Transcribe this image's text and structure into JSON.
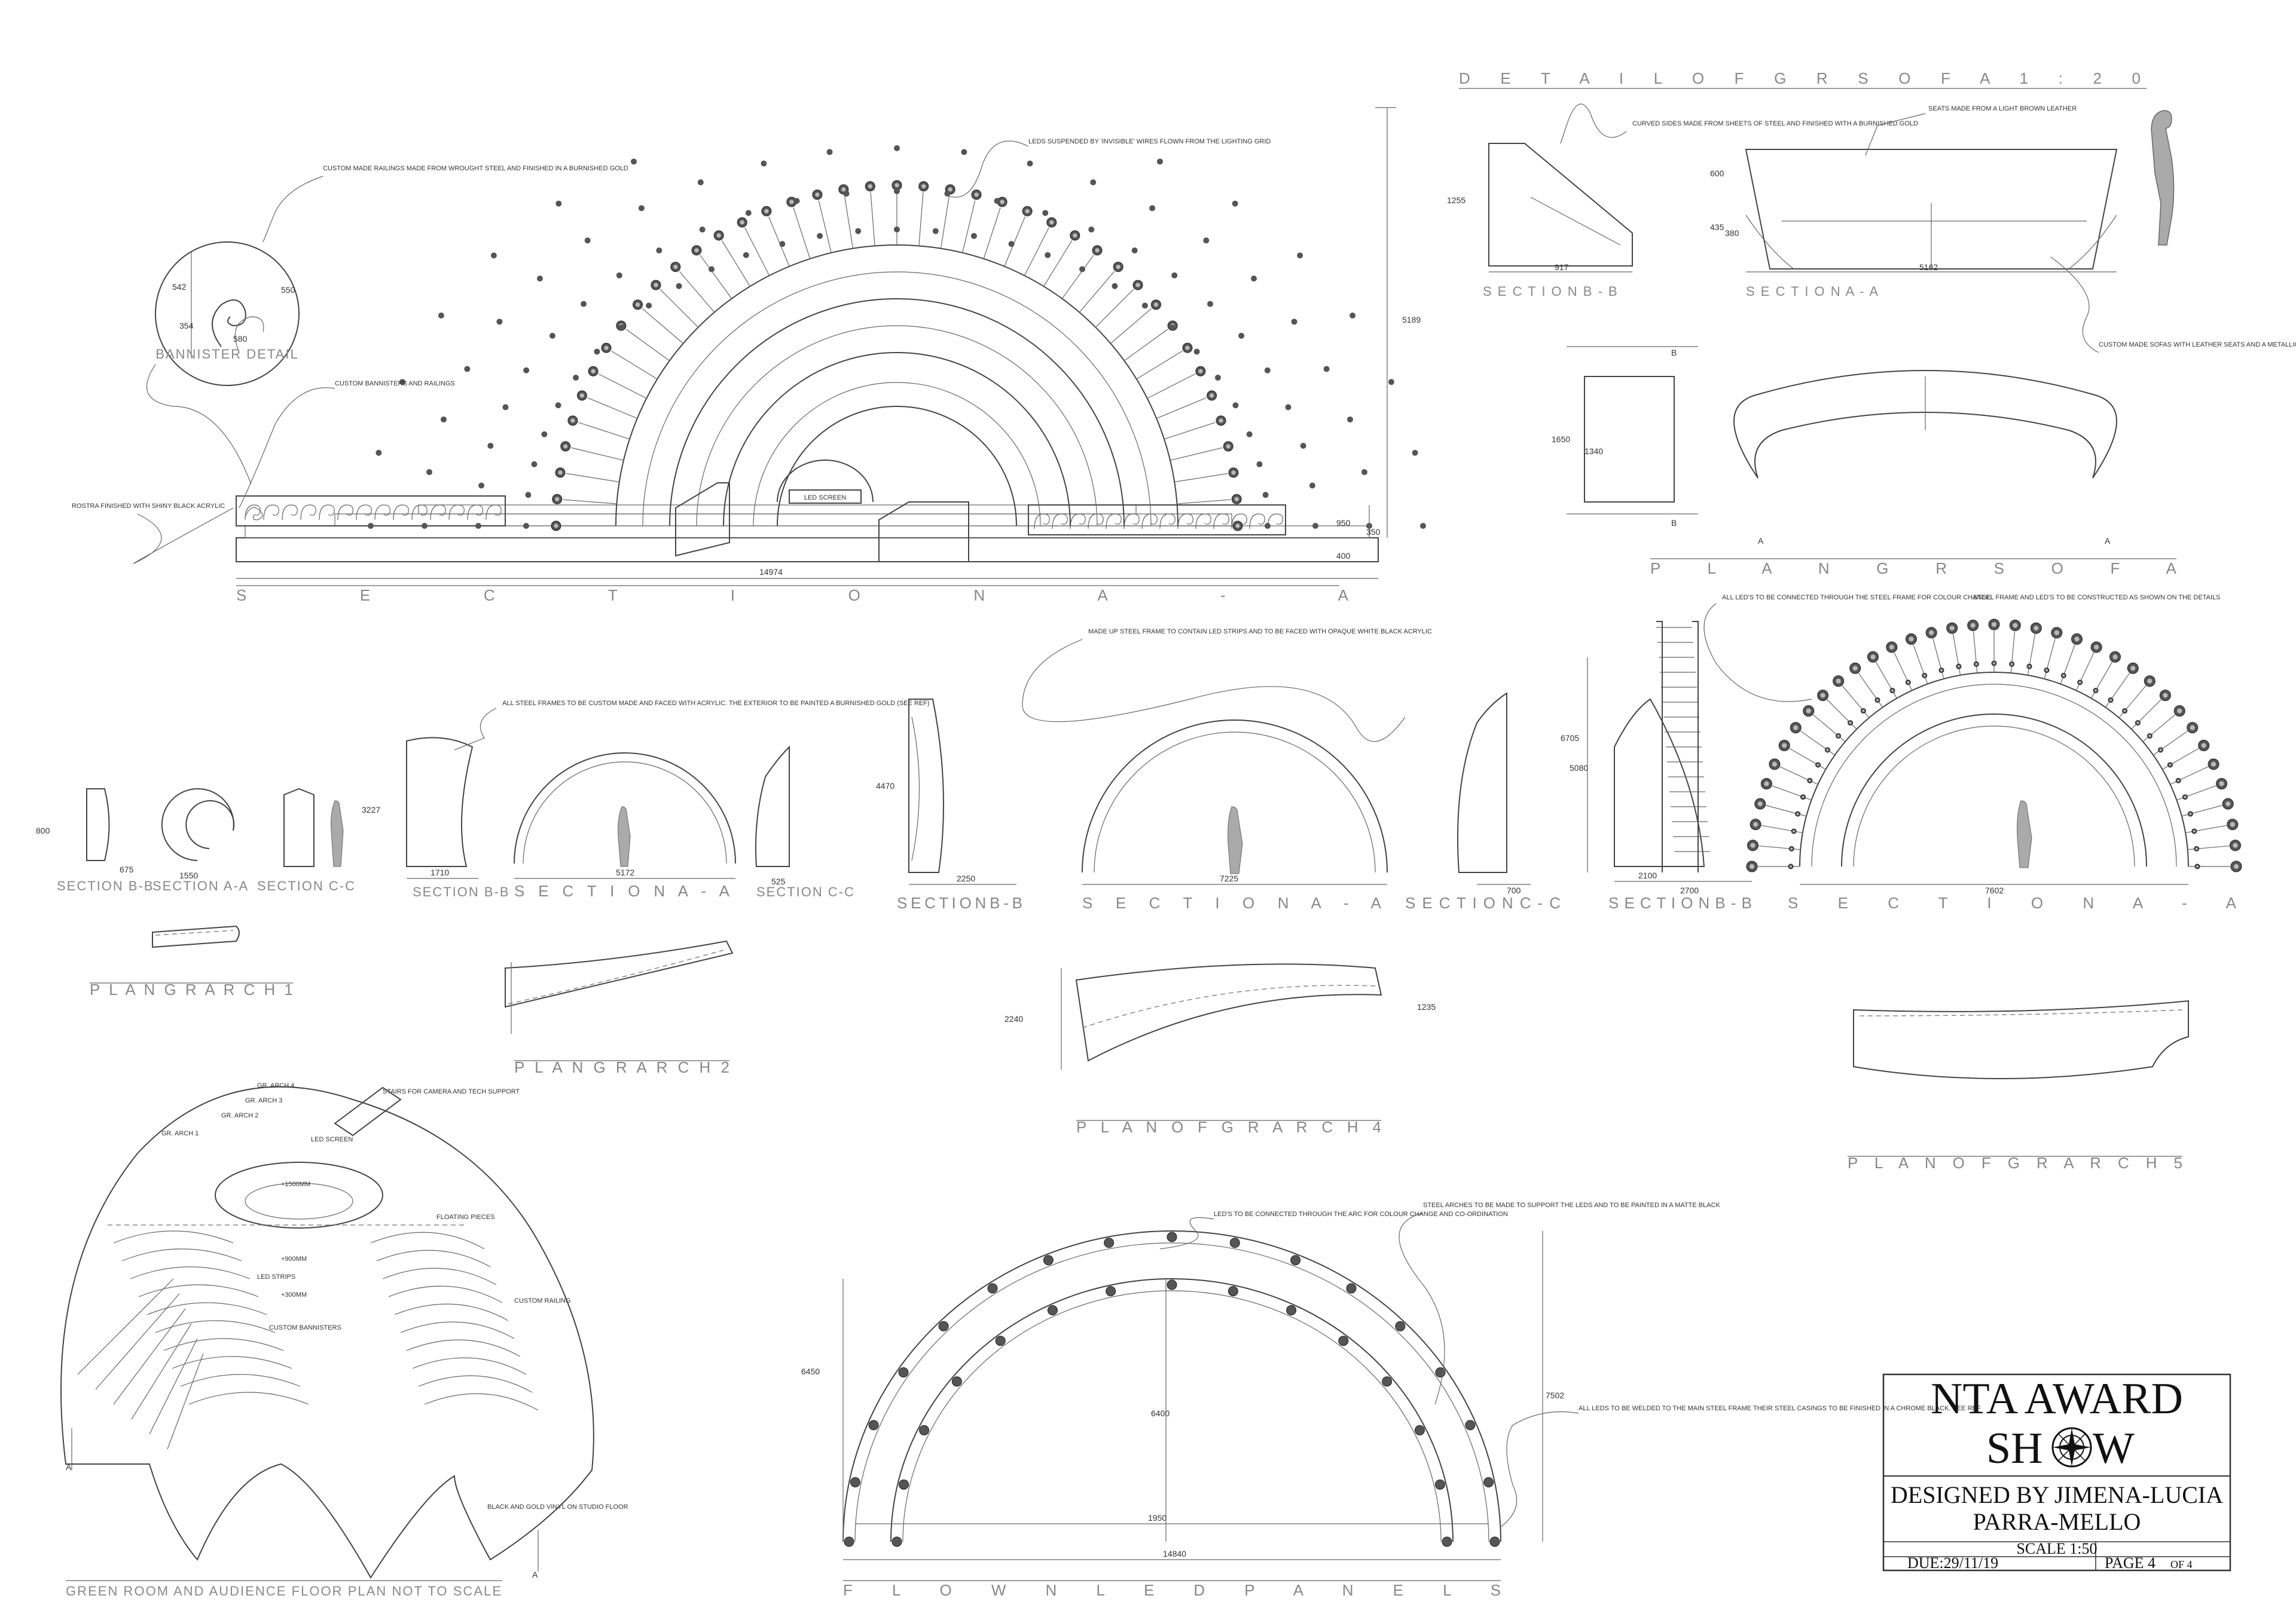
{
  "notes": {
    "railing_custom": "CUSTOM MADE RAILINGS MADE FROM WROUGHT STEEL AND FINISHED IN A BURNISHED GOLD",
    "leds_suspended": "LEDS SUSPENDED BY 'INVISIBLE' WIRES FLOWN FROM THE LIGHTING GRID",
    "banisters": "CUSTOM BANNISTERS AND RAILINGS",
    "rostra": "ROSTRA FINISHED WITH SHINY BLACK ACRYLIC",
    "curved_sides": "CURVED SIDES MADE FROM SHEETS OF STEEL AND FINISHED WITH A BURNISHED GOLD",
    "seats_leather": "SEATS MADE FROM A LIGHT BROWN LEATHER",
    "sofas_custom": "CUSTOM MADE SOFAS WITH LEATHER SEATS AND A METALLIC FINISH",
    "steel_frames": "ALL STEEL FRAMES TO BE CUSTOM MADE AND FACED WITH ACRYLIC. THE EXTERIOR TO BE PAINTED A BURNISHED GOLD (SEE REF)",
    "made_up_steel": "MADE UP STEEL FRAME TO CONTAIN LED STRIPS AND TO BE FACED WITH OPAQUE WHITE BLACK ACRYLIC",
    "leds_connected": "ALL LED'S TO BE CONNECTED THROUGH THE STEEL FRAME FOR COLOUR CHANGE",
    "steel_frame_leds": "STEEL FRAME AND LED'S TO BE CONSTRUCTED AS SHOWN ON THE DETAILS",
    "leds_through_arc": "LED'S TO BE CONNECTED THROUGH THE ARC FOR COLOUR CHANGE AND CO-ORDINATION",
    "steel_arches": "STEEL ARCHES TO BE MADE TO SUPPORT THE LEDS AND TO BE PAINTED IN A MATTE BLACK",
    "leds_welded": "ALL LEDS TO BE WELDED TO THE MAIN STEEL FRAME THEIR STEEL CASINGS TO BE FINISHED IN A CHROME BLACK. SEE REF",
    "led_screen": "LED SCREEN",
    "custom_railing": "CUSTOM RAILING",
    "floating_pieces": "FLOATING PIECES",
    "black_gold_vinyl": "BLACK AND GOLD VINYL ON STUDIO FLOOR",
    "stairs_camera": "STAIRS FOR CAMERA AND TECH SUPPORT",
    "led_strips": "LED STRIPS",
    "custom_banisters": "CUSTOM BANNISTERS",
    "gr_arch_1": "GR. ARCH 1",
    "gr_arch_2": "GR. ARCH 2",
    "gr_arch_3": "GR. ARCH 3",
    "gr_arch_4": "GR. ARCH 4"
  },
  "captions": {
    "section_aa_main": "S E C T I O N   A - A",
    "detail_sofa": "D E T A I L   O F   G R   S O F A   1 : 2 0",
    "section_bb_sofa": "S E C T I O N   B - B",
    "section_aa_sofa": "S E C T I O N   A - A",
    "plan_sofa": "P L A N   G R   S O F A",
    "bannister_detail": "BANNISTER DETAIL",
    "sec_bb_1": "SECTION B-B",
    "sec_aa_1": "SECTION A-A",
    "sec_cc_1": "SECTION C-C",
    "sec_bb_2": "SECTION B-B",
    "sec_aa_2": "S E C T I O N   A - A",
    "sec_cc_2": "SECTION C-C",
    "sec_bb_3": "S E C T I O N   B - B",
    "sec_aa_3": "S E C T I O N   A - A",
    "sec_cc_3": "S E C T I O N   C - C",
    "sec_bb_4": "S E C T I O N   B - B",
    "sec_aa_4": "S E C T I O N   A - A",
    "plan_arch_1": "P L A N   G R   A R C H   1",
    "plan_arch_2": "P L A N   G R   A R C H   2",
    "plan_arch_4": "P L A N   O F   G R   A R C H   4",
    "plan_arch_5": "P L A N   O F   G R   A R C H   5",
    "floor_plan": "GREEN ROOM AND AUDIENCE FLOOR PLAN NOT TO SCALE",
    "flown_led": "F L O W N   L E D   P A N E L S"
  },
  "dims": {
    "main_height": "5189",
    "main_width": "14974",
    "main_950": "950",
    "main_400": "400",
    "main_350": "350",
    "ban_542": "542",
    "ban_550": "550",
    "ban_354": "354",
    "ban_580": "580",
    "sofa_1255": "1255",
    "sofa_917": "917",
    "sofa_600": "600",
    "sofa_435": "435",
    "sofa_380": "380",
    "sofa_5162": "5162",
    "sofa_1650": "1650",
    "sofa_1340": "1340",
    "a1_800": "800",
    "a1_675": "675",
    "a1_1550": "1550",
    "a2_3227": "3227",
    "a2_1710": "1710",
    "a2_5172": "5172",
    "a2_525": "525",
    "a3_4470": "4470",
    "a3_2250": "2250",
    "a3_7225": "7225",
    "a3_700": "700",
    "a4_6705": "6705",
    "a4_5080": "5080",
    "a4_2100": "2100",
    "a4_2700": "2700",
    "a4_7602": "7602",
    "p4_2240": "2240",
    "p4_1235": "1235",
    "led_6450": "6450",
    "led_6400": "6400",
    "led_7502": "7502",
    "led_1950": "1950",
    "led_14840": "14840",
    "fp_plus1": "+1500MM",
    "fp_plus2": "+900MM",
    "fp_plus3": "+300MM",
    "mark_a": "A",
    "mark_b": "B"
  },
  "title_block": {
    "title_line1": "NTA AWARD",
    "title_line2_a": "SH",
    "title_line2_b": "W",
    "designer_line1": "DESIGNED BY JIMENA-LUCIA",
    "designer_line2": "PARRA-MELLO",
    "scale": "SCALE  1:50",
    "due": "DUE:29/11/19",
    "page": "PAGE 4",
    "of": "OF 4"
  }
}
